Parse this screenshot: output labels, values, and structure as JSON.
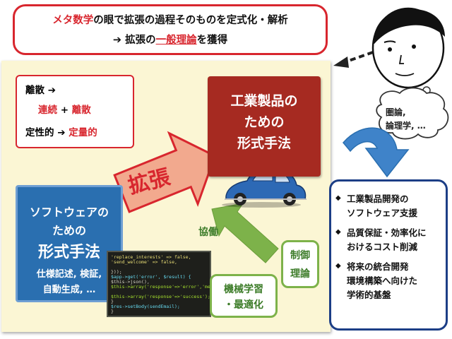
{
  "header_callout": {
    "line1_prefix": "メタ数学",
    "line1_rest": "の眼で拡張の過程そのものを定式化・解析",
    "line2_arrow": "➔",
    "line2_a": "拡張の",
    "line2_b": "一般理論",
    "line2_c": "を獲得"
  },
  "concept_box": {
    "line1": "離散",
    "line2_a": "連続",
    "line2_b": "+",
    "line2_c": "離散",
    "line3_a": "定性的",
    "line3_b": "定量的"
  },
  "expansion_label": "拡張",
  "industrial_box": {
    "line1": "工業製品の",
    "line2": "ための",
    "line3": "形式手法"
  },
  "software_box": {
    "line1": "ソフトウェアの",
    "line2": "ための",
    "line3": "形式手法",
    "line4": "仕様記述, 検証,",
    "line5": "自動生成, …"
  },
  "collab_label": "協働",
  "ml_box": {
    "line1": "機械学習",
    "line2": "・最適化"
  },
  "control_box": {
    "line1": "制御",
    "line2": "理論"
  },
  "thought_bubble": {
    "line1": "圏論,",
    "line2": "論理学, …"
  },
  "benefits": [
    {
      "l1": "工業製品開発の",
      "l2": "ソフトウェア支援"
    },
    {
      "l1": "品質保証・効率化に",
      "l2": "おけるコスト削減"
    },
    {
      "l1": "将来の統合開発",
      "l2": "環境構築へ向けた",
      "l3": "学術的基盤"
    }
  ],
  "code_snippet": [
    "'replace_interests' => false,",
    "'send_welcome'      => false,",
    "",
    "}));",
    "$app->get('error', $result) {",
    "  $this->json(),",
    "  $this->array('response'=>'error','message",
    "",
    "  $this->array('response'=>'success');",
    "}",
    "  $res->setBody(sendEmail);",
    "}"
  ],
  "colors": {
    "red": "#d8262e",
    "dark_red_box": "#a62a21",
    "blue_box": "#2a6fb0",
    "green": "#7db24a",
    "navy_border": "#1c3e86",
    "panel_bg": "#fbf6d4"
  }
}
